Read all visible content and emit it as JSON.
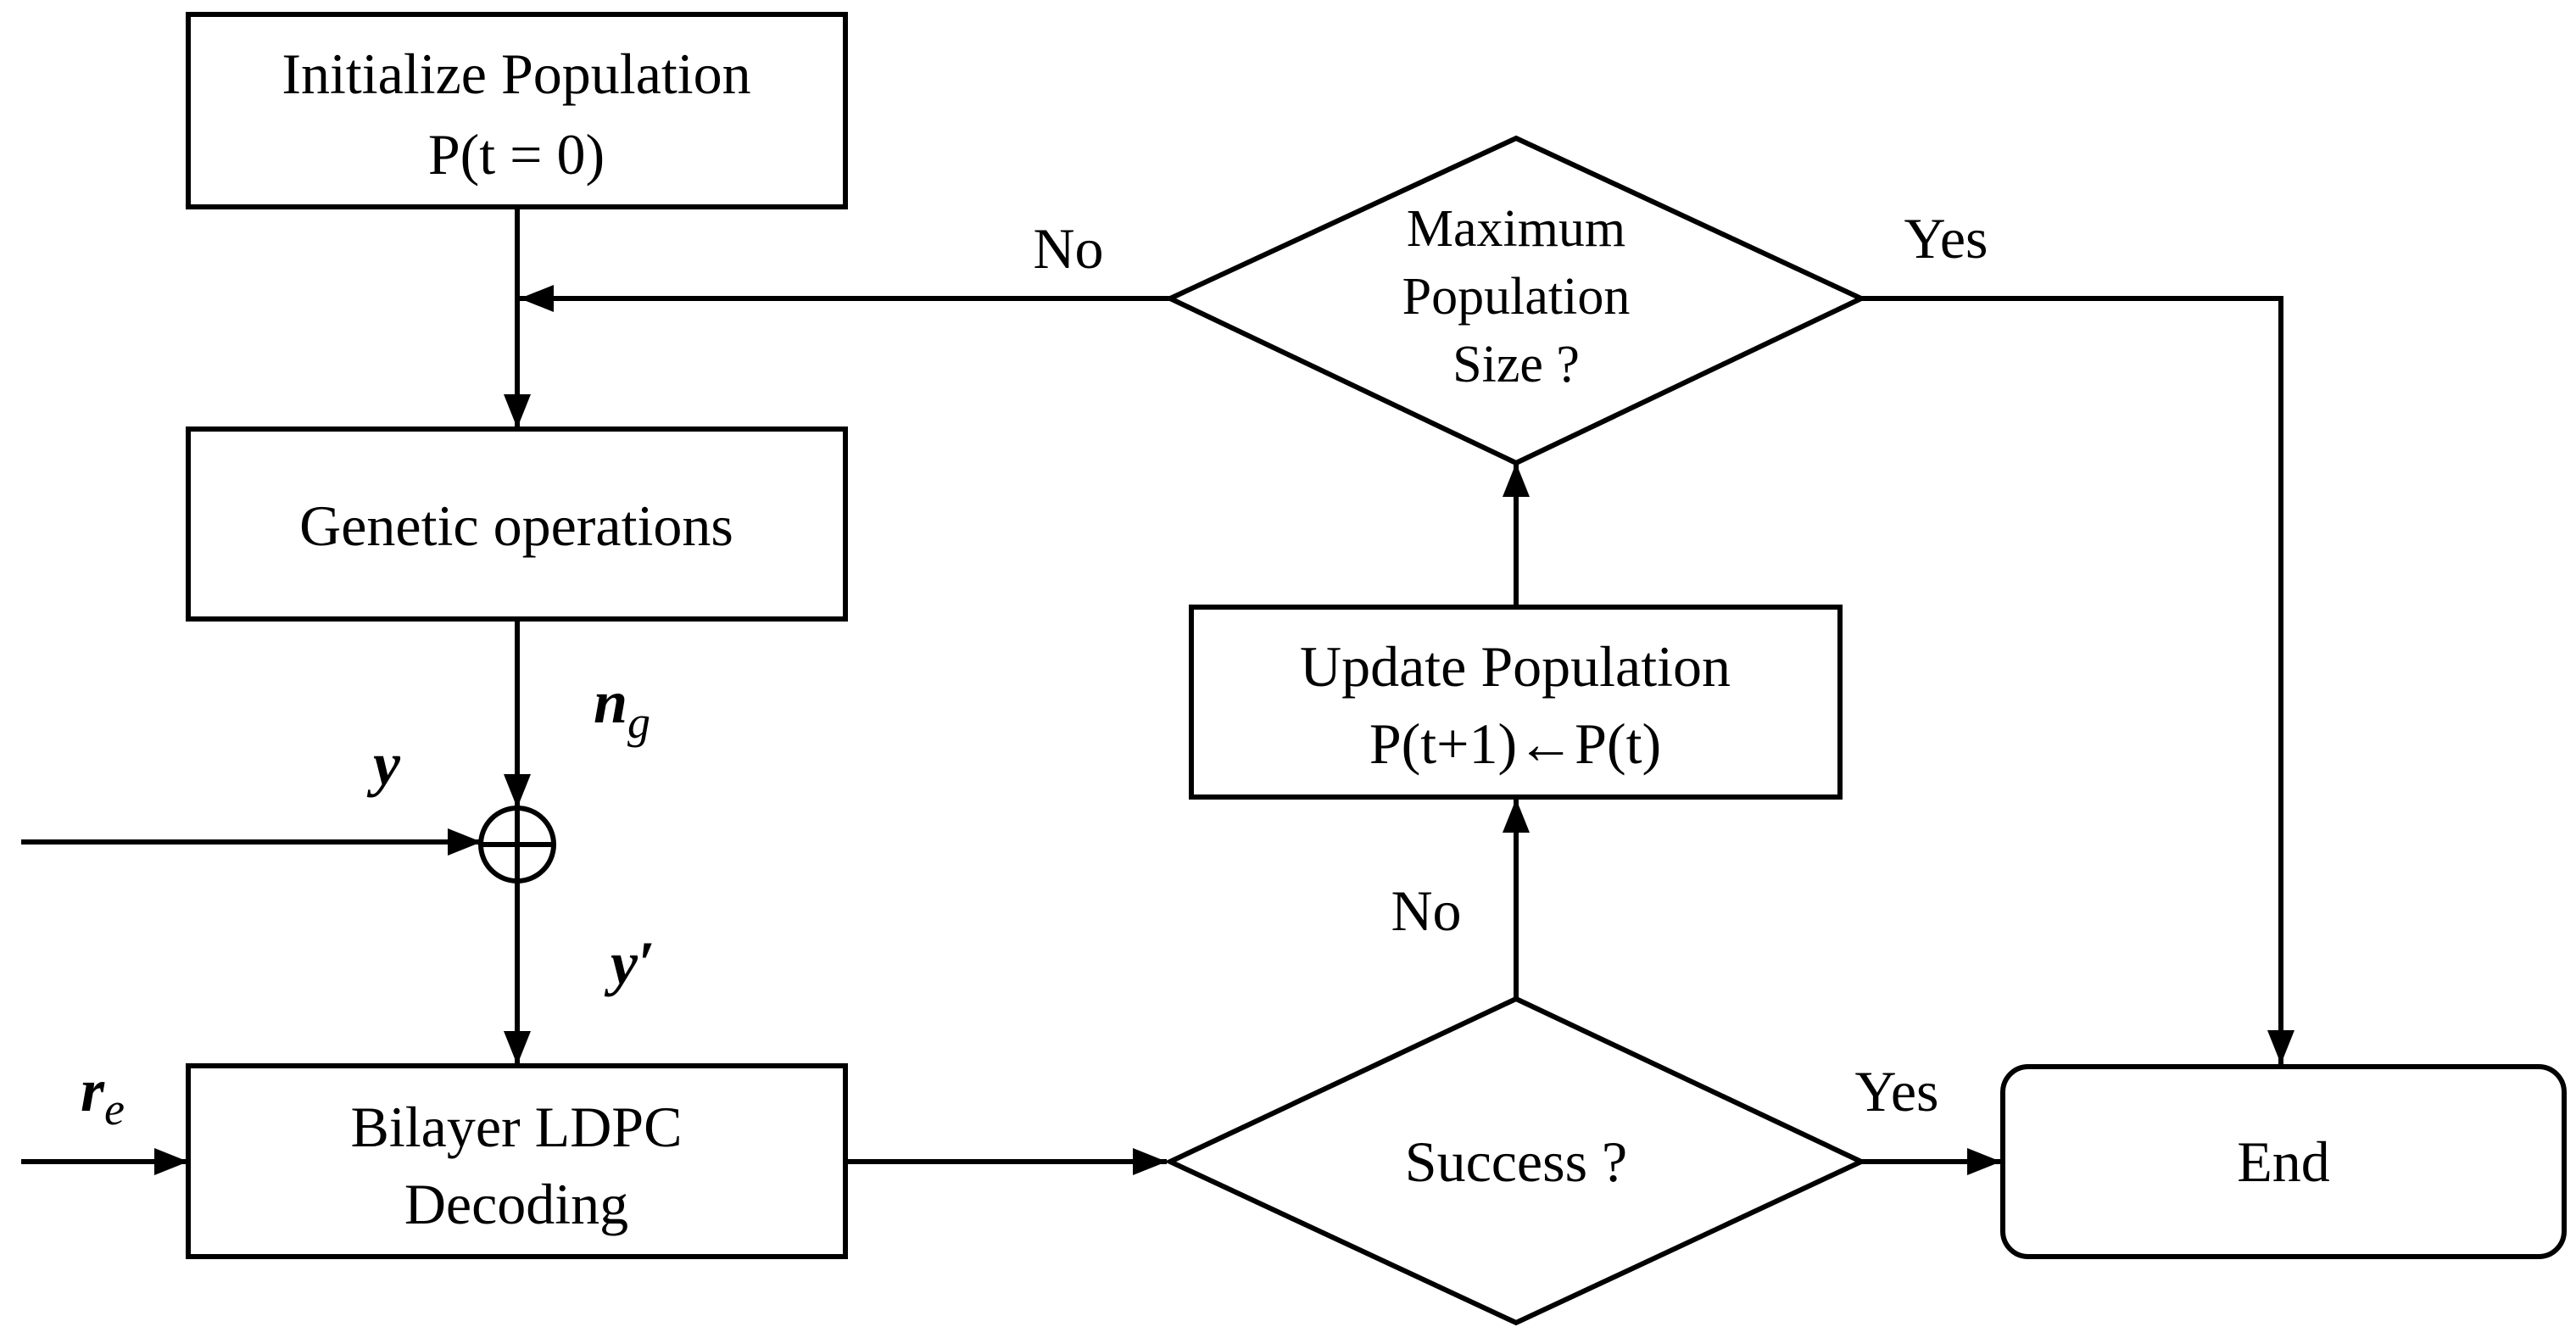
{
  "nodes": {
    "init": {
      "line1": "Initialize Population",
      "line2": "P(t = 0)"
    },
    "genetic": {
      "label": "Genetic operations"
    },
    "decoding": {
      "line1": "Bilayer LDPC",
      "line2": "Decoding"
    },
    "success": {
      "label": "Success ?"
    },
    "update": {
      "line1": "Update Population",
      "line2": "P(t+1)←P(t)"
    },
    "maxsize": {
      "line1": "Maximum",
      "line2": "Population",
      "line3": "Size ?"
    },
    "end": {
      "label": "End"
    }
  },
  "edge_labels": {
    "maxsize_no": "No",
    "maxsize_yes": "Yes",
    "success_no": "No",
    "success_yes": "Yes"
  },
  "signals": {
    "noise": {
      "base": "n",
      "sub": "g"
    },
    "received": "y",
    "modified": "y′",
    "side": {
      "base": "r",
      "sub": "e"
    }
  },
  "adder_symbol": "+"
}
